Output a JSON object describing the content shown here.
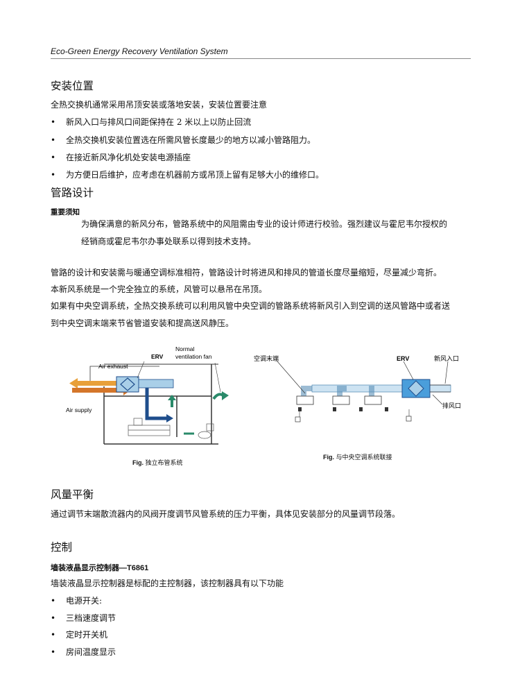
{
  "header": {
    "title": "Eco-Green Energy Recovery Ventilation System"
  },
  "install": {
    "heading": "安装位置",
    "intro": "全热交换机通常采用吊顶安装或落地安装，安装位置要注意",
    "bullets": [
      "新风入口与排风口间距保持在 2 米以上以防止回流",
      "全热交换机安装位置选在所需风管长度最少的地方以减小管路阻力。",
      "在接近新风净化机处安装电源插座",
      "为方便日后维护，应考虑在机器前方或吊顶上留有足够大小的维修口。"
    ],
    "bullet_symbol": "•"
  },
  "duct": {
    "heading": "管路设计",
    "notice_label": "重要须知",
    "notice_line1": "为确保满意的新风分布，管路系统中的风阻需由专业的设计师进行校验。强烈建议与霍尼韦尔授权的",
    "notice_line2": "经销商或霍尼韦尔办事处联系以得到技术支持。",
    "para1": "管路的设计和安装需与暖通空调标准相符，管路设计时将进风和排风的管道长度尽量缩短，尽量减少弯折。",
    "para2": "本新风系统是一个完全独立的系统，风管可以悬吊在吊顶。",
    "para3a": "如果有中央空调系统，全热交换系统可以利用风管中央空调的管路系统将新风引入到空调的送风管路中或者送",
    "para3b": "到中央空调末端来节省管道安装和提高送风静压。"
  },
  "fig_left": {
    "erv": "ERV",
    "normal_line1": "Normal",
    "normal_line2": "ventilation fan",
    "air_exhaust": "Air exhaust",
    "air_supply": "Air supply",
    "caption_prefix": "Fig.",
    "caption_text": " 独立布管系统"
  },
  "fig_right": {
    "terminal": "空调末端",
    "erv": "ERV",
    "fresh_in": "新风入口",
    "exhaust_out": "排风口",
    "caption_prefix": "Fig.",
    "caption_text": " 与中央空调系统联接"
  },
  "balance": {
    "heading": "风量平衡",
    "para": "通过调节末端散流器内的风阀开度调节风管系统的压力平衡，具体见安装部分的风量调节段落。"
  },
  "control": {
    "heading": "控制",
    "sub": "墙装液晶显示控制器—T6861",
    "intro": "墙装液晶显示控制器是标配的主控制器，该控制器具有以下功能",
    "bullets": [
      "电源开关:",
      "三档速度调节",
      "定时开关机",
      "房间温度显示"
    ]
  },
  "colors": {
    "duct_blue": "#1f4e8c",
    "duct_light": "#a9cfe8",
    "exhaust_orange": "#e8a03a",
    "supply_orange": "#d4762a"
  }
}
